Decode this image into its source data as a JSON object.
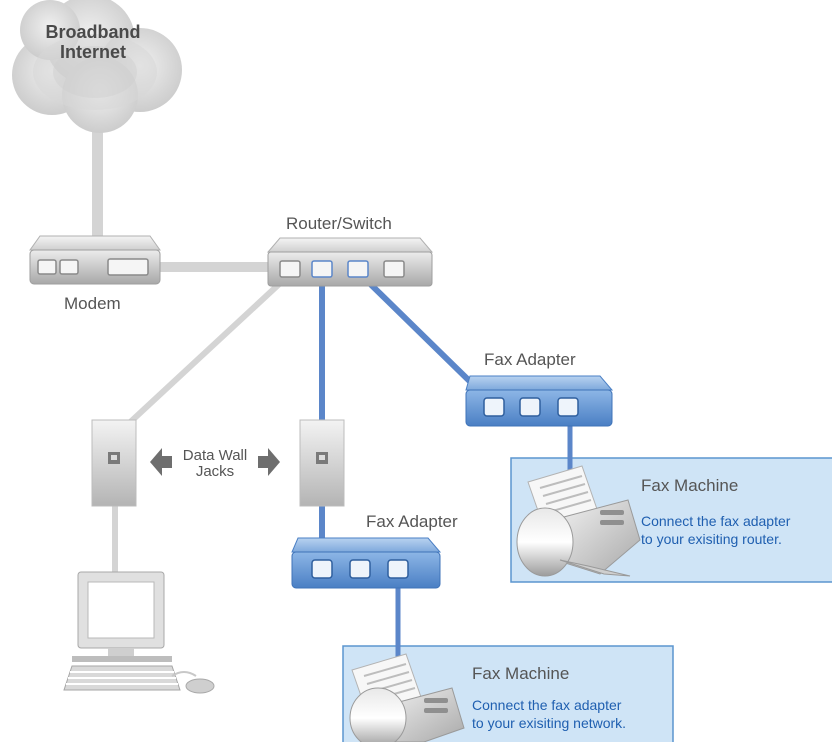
{
  "diagram": {
    "internet_label_line1": "Broadband",
    "internet_label_line2": "Internet",
    "modem_label": "Modem",
    "router_label": "Router/Switch",
    "wall_jacks_label_line1": "Data Wall",
    "wall_jacks_label_line2": "Jacks",
    "fax_adapter_router": {
      "label": "Fax Adapter"
    },
    "fax_adapter_network": {
      "label": "Fax Adapter"
    },
    "fax_machine_router": {
      "title": "Fax Machine",
      "note_line1": "Connect the fax adapter",
      "note_line2": "to your exisiting router."
    },
    "fax_machine_network": {
      "title": "Fax Machine",
      "note_line1": "Connect the fax adapter",
      "note_line2": "to your exisiting network."
    }
  },
  "colors": {
    "gray_cable": "#d4d4d4",
    "blue_cable": "#5b86c9",
    "adapter_blue": "#5d93d6",
    "panel_fill": "#cfe4f6",
    "panel_border": "#5b95cf",
    "note_text": "#1f5fb0"
  }
}
